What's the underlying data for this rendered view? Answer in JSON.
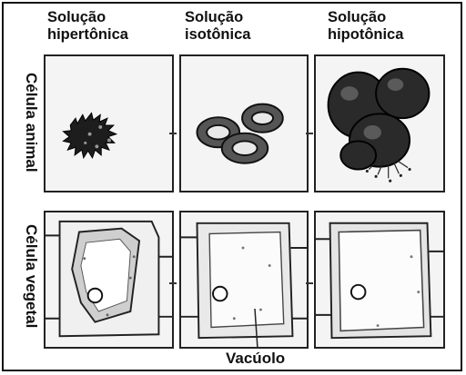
{
  "columns": [
    {
      "line1": "Solução",
      "line2": "hipertônica"
    },
    {
      "line1": "Solução",
      "line2": "isotônica"
    },
    {
      "line1": "Solução",
      "line2": "hipotônica"
    }
  ],
  "rows": [
    {
      "label": "Célula animal"
    },
    {
      "label": "Célula vegetal"
    }
  ],
  "annotation": {
    "label": "Vacúolo"
  }
}
